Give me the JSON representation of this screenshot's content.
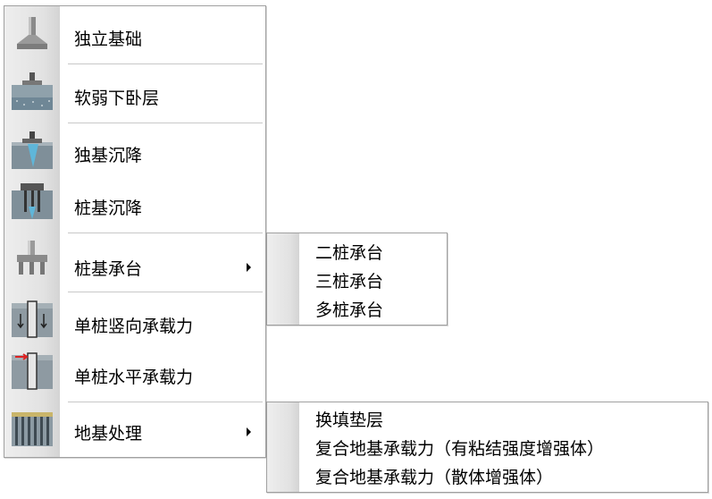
{
  "menu": {
    "items": [
      {
        "label": "独立基础",
        "icon": "isolated-footing-icon"
      },
      {
        "label": "软弱下卧层",
        "icon": "soft-underlying-layer-icon"
      },
      {
        "label": "独基沉降",
        "icon": "footing-settlement-icon"
      },
      {
        "label": "桩基沉降",
        "icon": "pile-settlement-icon"
      },
      {
        "label": "桩基承台",
        "icon": "pile-cap-icon",
        "has_submenu": true
      },
      {
        "label": "单桩竖向承载力",
        "icon": "pile-vertical-capacity-icon"
      },
      {
        "label": "单桩水平承载力",
        "icon": "pile-horizontal-capacity-icon"
      },
      {
        "label": "地基处理",
        "icon": "ground-treatment-icon",
        "has_submenu": true
      }
    ]
  },
  "submenu_pile_cap": {
    "items": [
      "二桩承台",
      "三桩承台",
      "多桩承台"
    ]
  },
  "submenu_ground_treatment": {
    "items": [
      "换填垫层",
      "复合地基承载力（有粘结强度增强体）",
      "复合地基承载力（散体增强体）"
    ]
  },
  "colors": {
    "menu_border": "#a0a0a0",
    "gutter": "#e2e2e2",
    "text": "#000000"
  }
}
